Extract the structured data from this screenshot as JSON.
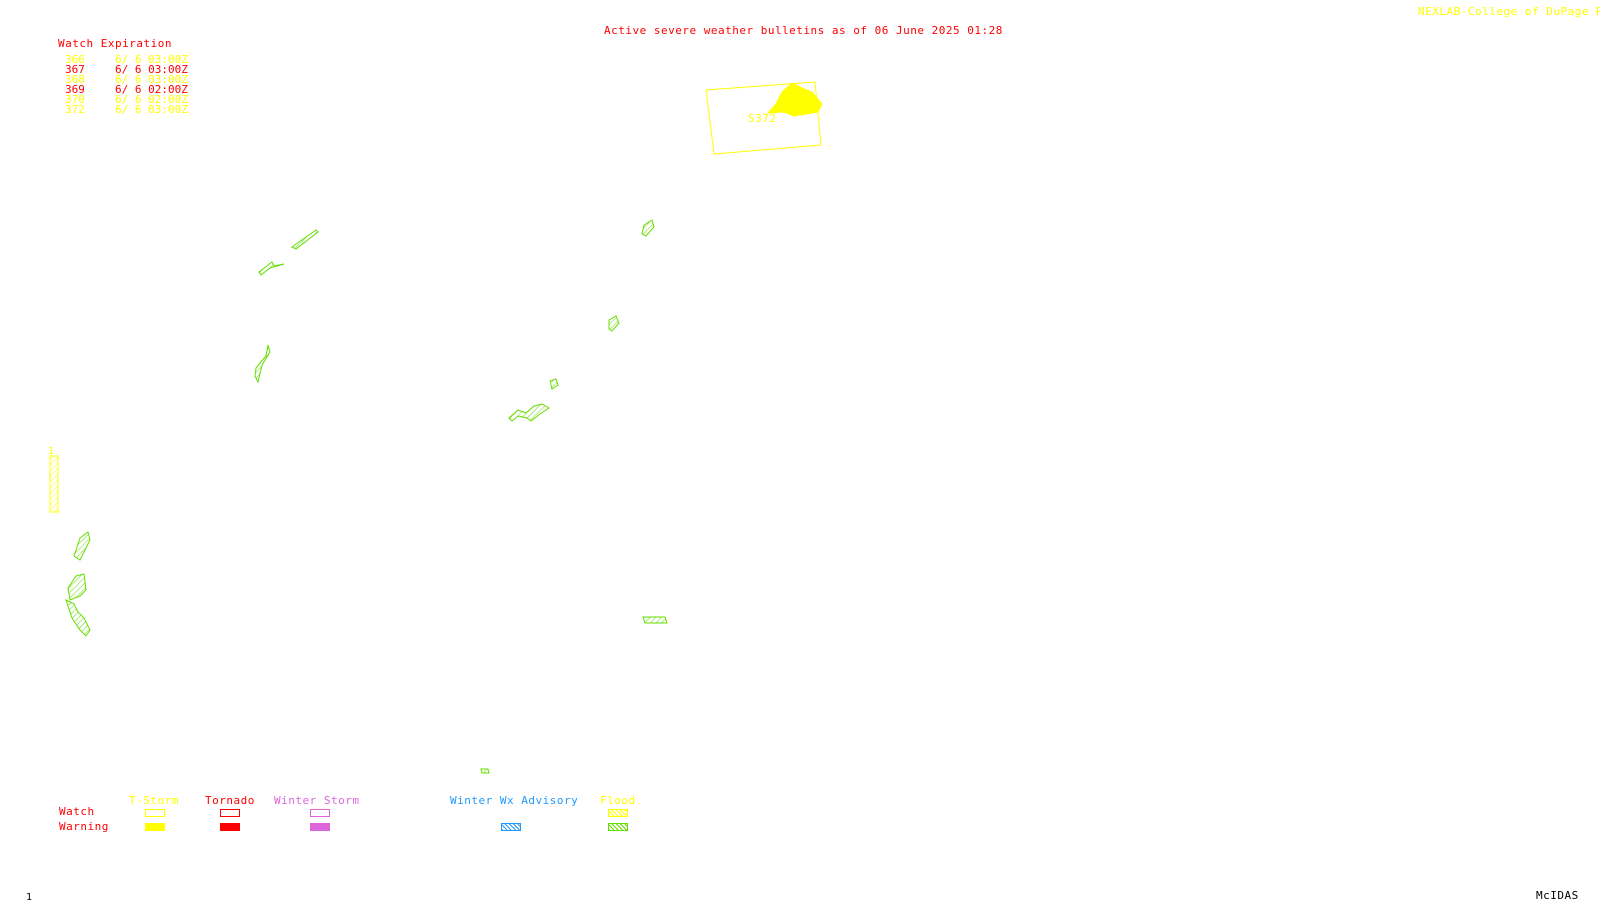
{
  "header": {
    "title": "Active severe weather bulletins as of 06 June 2025 01:28",
    "credit": "NEXLAB-College of DuPage R"
  },
  "watch_list": {
    "heading": "Watch Expiration",
    "items": [
      {
        "id": "366",
        "expires": "6/ 6 03:00Z",
        "color": "#ffff00"
      },
      {
        "id": "367",
        "expires": "6/ 6 03:00Z",
        "color": "#ff0000"
      },
      {
        "id": "368",
        "expires": "6/ 6 03:00Z",
        "color": "#ffff00"
      },
      {
        "id": "369",
        "expires": "6/ 6 02:00Z",
        "color": "#ff0000"
      },
      {
        "id": "370",
        "expires": "6/ 6 02:00Z",
        "color": "#ffff00"
      },
      {
        "id": "372",
        "expires": "6/ 6 03:00Z",
        "color": "#ffff00"
      }
    ]
  },
  "map": {
    "watch_box_label": "S372",
    "flood_marker": "1"
  },
  "legend": {
    "row_watch": "Watch",
    "row_warning": "Warning",
    "columns": [
      {
        "label": "T-Storm",
        "color": "#ffff00"
      },
      {
        "label": "Tornado",
        "color": "#ff0000"
      },
      {
        "label": "Winter Storm",
        "color": "#dd66dd"
      },
      {
        "label": "Winter Wx Advisory",
        "color": "#2299ff"
      },
      {
        "label": "Flood",
        "color": "#ffff00"
      }
    ]
  },
  "footer": {
    "frame_number": "1",
    "software": "McIDAS"
  },
  "colors": {
    "background": "#ffffff",
    "flood_warning": "#66dd00",
    "tstorm": "#ffff00",
    "tornado": "#ff0000"
  }
}
